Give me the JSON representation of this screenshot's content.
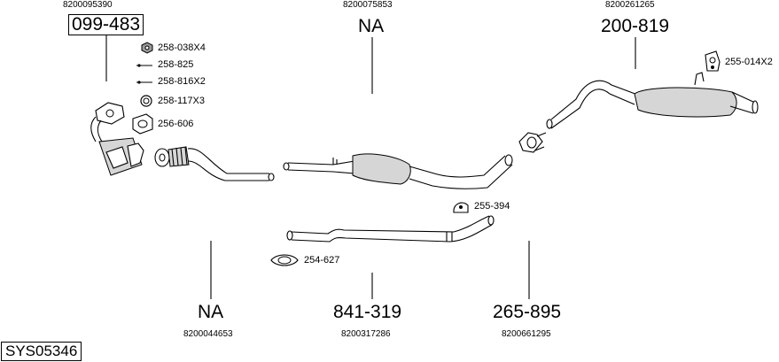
{
  "refs": {
    "r1": "8200095390",
    "r2": "8200075853",
    "r3": "8200261265",
    "r4": "8200044653",
    "r5": "8200317286",
    "r6": "8200661295"
  },
  "parts": {
    "p1": "099-483",
    "p2": "NA",
    "p3": "200-819",
    "p4": "NA",
    "p5": "841-319",
    "p6": "265-895"
  },
  "hardware": {
    "h1": "258-038X4",
    "h2": "258-825",
    "h3": "258-816X2",
    "h4": "258-117X3",
    "h5": "256-606",
    "h6": "255-014X2",
    "h7": "255-394",
    "h8": "254-627"
  },
  "system_id": "SYS05346"
}
